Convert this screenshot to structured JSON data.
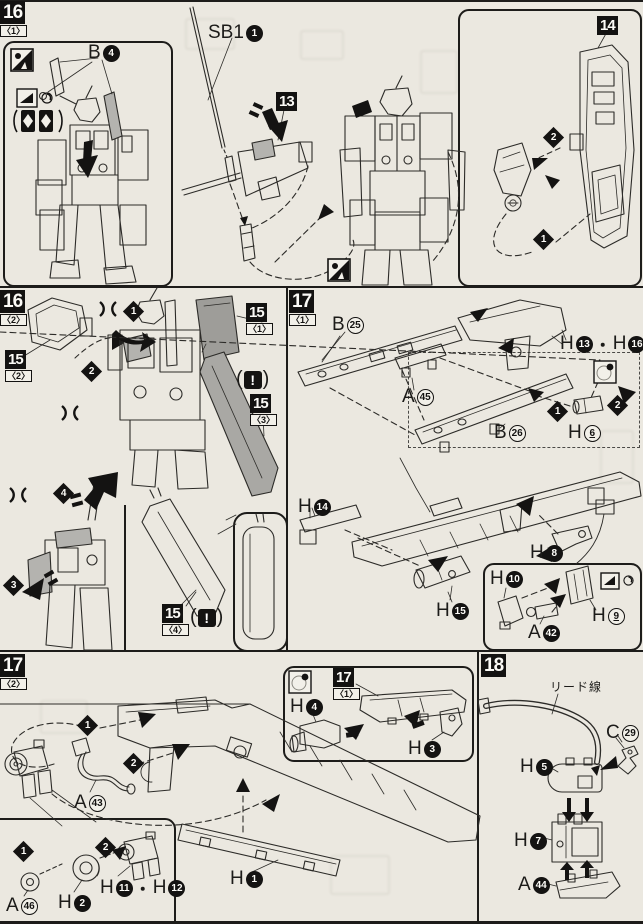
{
  "page": {
    "bg": "#ebe8e0",
    "line": "#1d1c1a",
    "gray": "#a9a8a4",
    "paper": "#ebe8e0"
  },
  "steps": {
    "s16_1": {
      "num": "16",
      "sub": "〈1〉"
    },
    "s16_2": {
      "num": "16",
      "sub": "〈2〉"
    },
    "s17_1": {
      "num": "17",
      "sub": "〈1〉"
    },
    "s17_2": {
      "num": "17",
      "sub": "〈2〉"
    },
    "s18": {
      "num": "18"
    },
    "s13": {
      "num": "13"
    },
    "s14": {
      "num": "14"
    },
    "ref15_1": {
      "num": "15",
      "sub": "〈1〉"
    },
    "ref15_2": {
      "num": "15",
      "sub": "〈2〉"
    },
    "ref15_3": {
      "num": "15",
      "sub": "〈3〉"
    },
    "ref15_4": {
      "num": "15",
      "sub": "〈4〉"
    },
    "ref17_1": {
      "num": "17",
      "sub": "〈1〉"
    }
  },
  "labels": {
    "b4": {
      "l": "B",
      "n": "4",
      "style": "black"
    },
    "sb1": {
      "l": "SB1",
      "n": "1",
      "style": "black"
    },
    "b25": {
      "l": "B",
      "n": "25",
      "style": "white"
    },
    "a45": {
      "l": "A",
      "n": "45",
      "style": "white"
    },
    "b26": {
      "l": "B",
      "n": "26",
      "style": "white"
    },
    "h13h16": {
      "l": "H",
      "n": "13",
      "l2": "H",
      "n2": "16",
      "style": "black"
    },
    "h6": {
      "l": "H",
      "n": "6",
      "style": "white-underline"
    },
    "h14": {
      "l": "H",
      "n": "14",
      "style": "black"
    },
    "h8": {
      "l": "H",
      "n": "8",
      "style": "black"
    },
    "h15": {
      "l": "H",
      "n": "15",
      "style": "black"
    },
    "h10": {
      "l": "H",
      "n": "10",
      "style": "black"
    },
    "h9": {
      "l": "H",
      "n": "9",
      "style": "white-underline"
    },
    "a42": {
      "l": "A",
      "n": "42",
      "style": "black"
    },
    "a43": {
      "l": "A",
      "n": "43",
      "style": "white"
    },
    "a46": {
      "l": "A",
      "n": "46",
      "style": "white"
    },
    "h2": {
      "l": "H",
      "n": "2",
      "style": "black"
    },
    "h11h12": {
      "l": "H",
      "n": "11",
      "l2": "H",
      "n2": "12",
      "style": "black"
    },
    "h1": {
      "l": "H",
      "n": "1",
      "style": "black"
    },
    "h4": {
      "l": "H",
      "n": "4",
      "style": "black"
    },
    "h3": {
      "l": "H",
      "n": "3",
      "style": "black"
    },
    "c29": {
      "l": "C",
      "n": "29",
      "style": "white"
    },
    "h5": {
      "l": "H",
      "n": "5",
      "style": "black"
    },
    "h7": {
      "l": "H",
      "n": "7",
      "style": "black"
    },
    "a44": {
      "l": "A",
      "n": "44",
      "style": "black"
    }
  },
  "markers": {
    "n1": "1",
    "n2": "2",
    "n3": "3",
    "n4": "4"
  },
  "annotations": {
    "lead_wire": "リード線",
    "exclamation": "!",
    "interpunct": "・",
    "paren_open": "(",
    "paren_close": ")"
  },
  "icons": [
    "nipper-cut-icon",
    "sticker-triangle-icon",
    "rotate-small-icon",
    "paired-polecap-icon",
    "movable-joint-icon",
    "seal-dot-icon",
    "caution-icon"
  ]
}
